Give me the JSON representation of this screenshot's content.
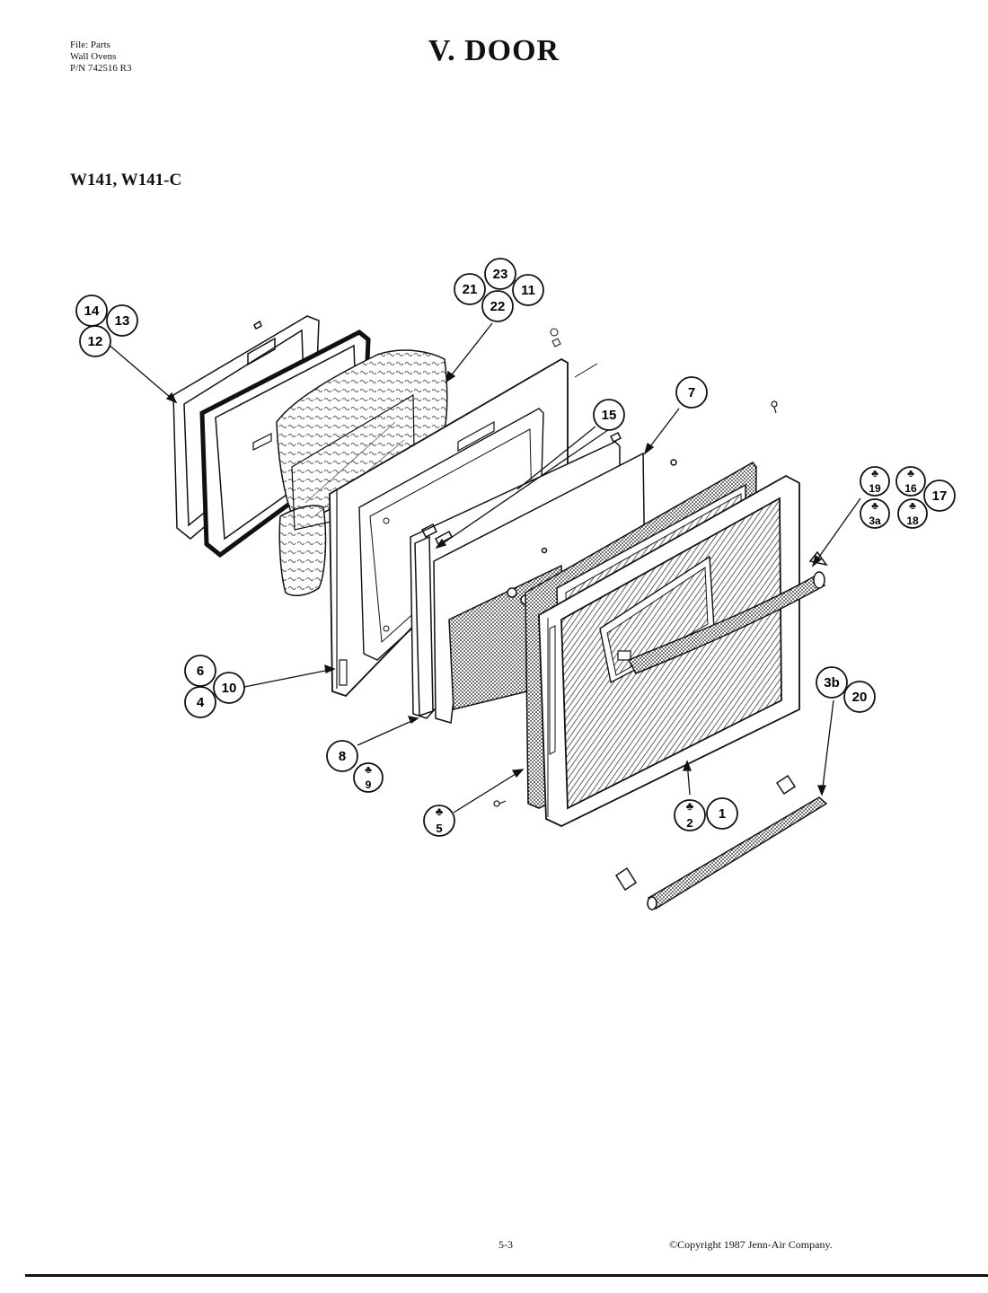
{
  "header": {
    "file_lines": [
      "File: Parts",
      "Wall Ovens",
      "P/N 742516 R3"
    ],
    "title": "V.  DOOR"
  },
  "models": "W141, W141-C",
  "callouts": {
    "c14": "14",
    "c13": "13",
    "c12": "12",
    "c23": "23",
    "c21": "21",
    "c11": "11",
    "c22": "22",
    "c15": "15",
    "c7": "7",
    "c19": "19",
    "c16": "16",
    "c17": "17",
    "c3a": "3a",
    "c18": "18",
    "c6": "6",
    "c10": "10",
    "c4": "4",
    "c8": "8",
    "c9": "9",
    "c3b": "3b",
    "c20": "20",
    "c5": "5",
    "c2": "2",
    "c1": "1"
  },
  "footer": {
    "page_number": "5-3",
    "copyright": "©Copyright 1987 Jenn-Air Company."
  }
}
